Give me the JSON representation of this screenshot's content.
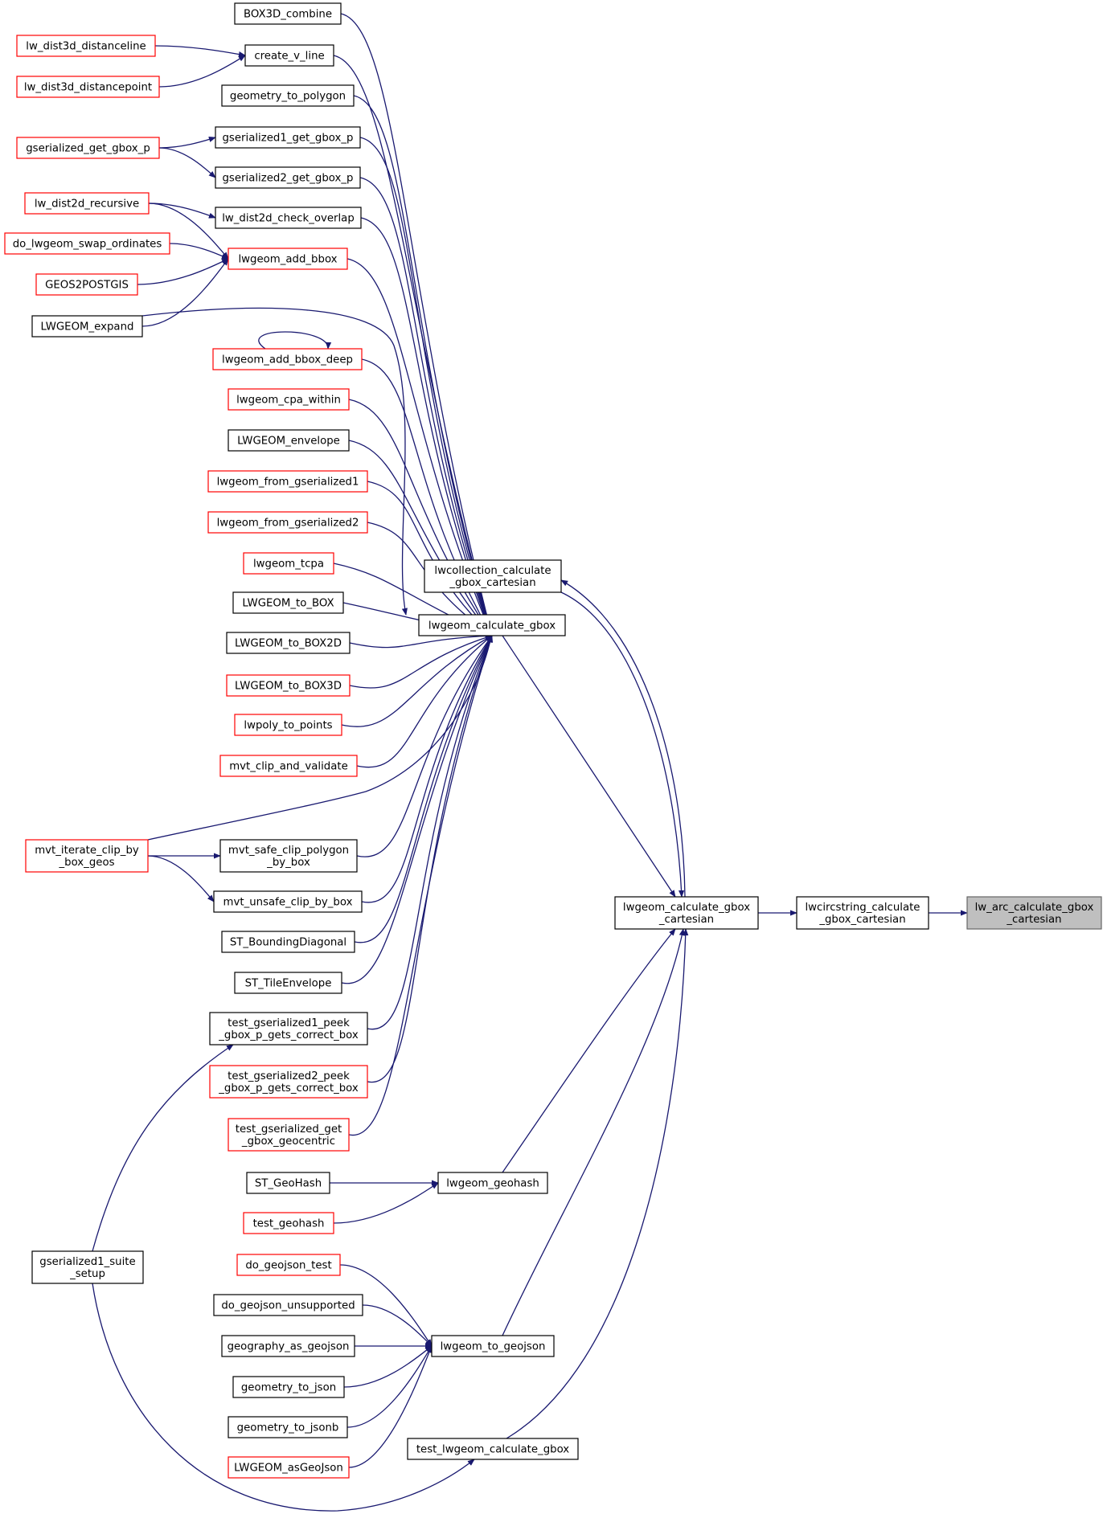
{
  "graph": {
    "colors": {
      "edge": "#191970",
      "normal_border": "#000000",
      "incomplete_border": "#ff0000",
      "root_fill": "#bfbfbf",
      "root_border": "#666666"
    },
    "nodes": {
      "box3d_combine": {
        "lines": [
          "BOX3D_combine"
        ],
        "border": "black"
      },
      "create_v_line": {
        "lines": [
          "create_v_line"
        ],
        "border": "black"
      },
      "lw_dist3d_distanceline": {
        "lines": [
          "lw_dist3d_distanceline"
        ],
        "border": "red"
      },
      "lw_dist3d_distancepoint": {
        "lines": [
          "lw_dist3d_distancepoint"
        ],
        "border": "red"
      },
      "geometry_to_polygon": {
        "lines": [
          "geometry_to_polygon"
        ],
        "border": "black"
      },
      "gserialized1_get_gbox_p": {
        "lines": [
          "gserialized1_get_gbox_p"
        ],
        "border": "black"
      },
      "gserialized_get_gbox_p": {
        "lines": [
          "gserialized_get_gbox_p"
        ],
        "border": "red"
      },
      "gserialized2_get_gbox_p": {
        "lines": [
          "gserialized2_get_gbox_p"
        ],
        "border": "black"
      },
      "lw_dist2d_recursive": {
        "lines": [
          "lw_dist2d_recursive"
        ],
        "border": "red"
      },
      "lw_dist2d_check_overlap": {
        "lines": [
          "lw_dist2d_check_overlap"
        ],
        "border": "black"
      },
      "do_lwgeom_swap_ordinates": {
        "lines": [
          "do_lwgeom_swap_ordinates"
        ],
        "border": "red"
      },
      "lwgeom_add_bbox": {
        "lines": [
          "lwgeom_add_bbox"
        ],
        "border": "red"
      },
      "geos2postgis": {
        "lines": [
          "GEOS2POSTGIS"
        ],
        "border": "red"
      },
      "lwgeom_expand": {
        "lines": [
          "LWGEOM_expand"
        ],
        "border": "black"
      },
      "lwgeom_add_bbox_deep": {
        "lines": [
          "lwgeom_add_bbox_deep"
        ],
        "border": "red"
      },
      "lwgeom_cpa_within": {
        "lines": [
          "lwgeom_cpa_within"
        ],
        "border": "red"
      },
      "lwgeom_envelope": {
        "lines": [
          "LWGEOM_envelope"
        ],
        "border": "black"
      },
      "lwgeom_from_gserialized1": {
        "lines": [
          "lwgeom_from_gserialized1"
        ],
        "border": "red"
      },
      "lwgeom_from_gserialized2": {
        "lines": [
          "lwgeom_from_gserialized2"
        ],
        "border": "red"
      },
      "lwgeom_tcpa": {
        "lines": [
          "lwgeom_tcpa"
        ],
        "border": "red"
      },
      "lwgeom_to_box": {
        "lines": [
          "LWGEOM_to_BOX"
        ],
        "border": "black"
      },
      "lwgeom_to_box2d": {
        "lines": [
          "LWGEOM_to_BOX2D"
        ],
        "border": "black"
      },
      "lwgeom_to_box3d": {
        "lines": [
          "LWGEOM_to_BOX3D"
        ],
        "border": "red"
      },
      "lwpoly_to_points": {
        "lines": [
          "lwpoly_to_points"
        ],
        "border": "red"
      },
      "mvt_clip_and_validate": {
        "lines": [
          "mvt_clip_and_validate"
        ],
        "border": "red"
      },
      "mvt_iterate_clip_by_box_geos": {
        "lines": [
          "mvt_iterate_clip_by",
          "_box_geos"
        ],
        "border": "red"
      },
      "mvt_safe_clip_polygon_by_box": {
        "lines": [
          "mvt_safe_clip_polygon",
          "_by_box"
        ],
        "border": "black"
      },
      "mvt_unsafe_clip_by_box": {
        "lines": [
          "mvt_unsafe_clip_by_box"
        ],
        "border": "black"
      },
      "st_boundingdiagonal": {
        "lines": [
          "ST_BoundingDiagonal"
        ],
        "border": "black"
      },
      "st_tileenvelope": {
        "lines": [
          "ST_TileEnvelope"
        ],
        "border": "black"
      },
      "test_gserialized1_peek": {
        "lines": [
          "test_gserialized1_peek",
          "_gbox_p_gets_correct_box"
        ],
        "border": "black"
      },
      "test_gserialized2_peek": {
        "lines": [
          "test_gserialized2_peek",
          "_gbox_p_gets_correct_box"
        ],
        "border": "red"
      },
      "test_gserialized_get_gbox_geocentric": {
        "lines": [
          "test_gserialized_get",
          "_gbox_geocentric"
        ],
        "border": "red"
      },
      "st_geohash": {
        "lines": [
          "ST_GeoHash"
        ],
        "border": "black"
      },
      "test_geohash": {
        "lines": [
          "test_geohash"
        ],
        "border": "red"
      },
      "gserialized1_suite_setup": {
        "lines": [
          "gserialized1_suite",
          "_setup"
        ],
        "border": "black"
      },
      "do_geojson_test": {
        "lines": [
          "do_geojson_test"
        ],
        "border": "red"
      },
      "do_geojson_unsupported": {
        "lines": [
          "do_geojson_unsupported"
        ],
        "border": "black"
      },
      "geography_as_geojson": {
        "lines": [
          "geography_as_geojson"
        ],
        "border": "black"
      },
      "geometry_to_json": {
        "lines": [
          "geometry_to_json"
        ],
        "border": "black"
      },
      "geometry_to_jsonb": {
        "lines": [
          "geometry_to_jsonb"
        ],
        "border": "black"
      },
      "lwgeom_asgeojson": {
        "lines": [
          "LWGEOM_asGeoJson"
        ],
        "border": "red"
      },
      "lwcollection_calculate_gbox_cartesian": {
        "lines": [
          "lwcollection_calculate",
          "_gbox_cartesian"
        ],
        "border": "black"
      },
      "lwgeom_calculate_gbox": {
        "lines": [
          "lwgeom_calculate_gbox"
        ],
        "border": "black"
      },
      "lwgeom_geohash": {
        "lines": [
          "lwgeom_geohash"
        ],
        "border": "black"
      },
      "lwgeom_to_geojson": {
        "lines": [
          "lwgeom_to_geojson"
        ],
        "border": "black"
      },
      "test_lwgeom_calculate_gbox": {
        "lines": [
          "test_lwgeom_calculate_gbox"
        ],
        "border": "black"
      },
      "lwgeom_calculate_gbox_cartesian": {
        "lines": [
          "lwgeom_calculate_gbox",
          "_cartesian"
        ],
        "border": "black"
      },
      "lwcircstring_calculate_gbox_cartesian": {
        "lines": [
          "lwcircstring_calculate",
          "_gbox_cartesian"
        ],
        "border": "black"
      },
      "lw_arc_calculate_gbox_cartesian": {
        "lines": [
          "lw_arc_calculate_gbox",
          "_cartesian"
        ],
        "border": "root"
      }
    },
    "edges": [
      [
        "lwcircstring_calculate_gbox_cartesian",
        "lw_arc_calculate_gbox_cartesian"
      ],
      [
        "lwgeom_calculate_gbox_cartesian",
        "lwcircstring_calculate_gbox_cartesian"
      ],
      [
        "lwcollection_calculate_gbox_cartesian",
        "lwgeom_calculate_gbox_cartesian"
      ],
      [
        "lwgeom_calculate_gbox_cartesian",
        "lwcollection_calculate_gbox_cartesian"
      ],
      [
        "lwgeom_calculate_gbox",
        "lwgeom_calculate_gbox_cartesian"
      ],
      [
        "lwgeom_geohash",
        "lwgeom_calculate_gbox_cartesian"
      ],
      [
        "lwgeom_to_geojson",
        "lwgeom_calculate_gbox_cartesian"
      ],
      [
        "test_lwgeom_calculate_gbox",
        "lwgeom_calculate_gbox_cartesian"
      ],
      [
        "box3d_combine",
        "lwgeom_calculate_gbox"
      ],
      [
        "create_v_line",
        "lwgeom_calculate_gbox"
      ],
      [
        "geometry_to_polygon",
        "lwgeom_calculate_gbox"
      ],
      [
        "gserialized1_get_gbox_p",
        "lwgeom_calculate_gbox"
      ],
      [
        "gserialized2_get_gbox_p",
        "lwgeom_calculate_gbox"
      ],
      [
        "lw_dist2d_check_overlap",
        "lwgeom_calculate_gbox"
      ],
      [
        "lwgeom_add_bbox",
        "lwgeom_calculate_gbox"
      ],
      [
        "lwgeom_expand",
        "lwgeom_calculate_gbox"
      ],
      [
        "lwgeom_add_bbox_deep",
        "lwgeom_calculate_gbox"
      ],
      [
        "lwgeom_cpa_within",
        "lwgeom_calculate_gbox"
      ],
      [
        "lwgeom_envelope",
        "lwgeom_calculate_gbox"
      ],
      [
        "lwgeom_from_gserialized1",
        "lwgeom_calculate_gbox"
      ],
      [
        "lwgeom_from_gserialized2",
        "lwgeom_calculate_gbox"
      ],
      [
        "lwgeom_tcpa",
        "lwgeom_calculate_gbox"
      ],
      [
        "lwgeom_to_box",
        "lwgeom_calculate_gbox"
      ],
      [
        "lwgeom_to_box2d",
        "lwgeom_calculate_gbox"
      ],
      [
        "lwgeom_to_box3d",
        "lwgeom_calculate_gbox"
      ],
      [
        "lwpoly_to_points",
        "lwgeom_calculate_gbox"
      ],
      [
        "mvt_clip_and_validate",
        "lwgeom_calculate_gbox"
      ],
      [
        "mvt_iterate_clip_by_box_geos",
        "lwgeom_calculate_gbox"
      ],
      [
        "mvt_safe_clip_polygon_by_box",
        "lwgeom_calculate_gbox"
      ],
      [
        "mvt_unsafe_clip_by_box",
        "lwgeom_calculate_gbox"
      ],
      [
        "st_boundingdiagonal",
        "lwgeom_calculate_gbox"
      ],
      [
        "st_tileenvelope",
        "lwgeom_calculate_gbox"
      ],
      [
        "test_gserialized1_peek",
        "lwgeom_calculate_gbox"
      ],
      [
        "test_gserialized2_peek",
        "lwgeom_calculate_gbox"
      ],
      [
        "test_gserialized_get_gbox_geocentric",
        "lwgeom_calculate_gbox"
      ],
      [
        "lw_dist3d_distanceline",
        "create_v_line"
      ],
      [
        "lw_dist3d_distancepoint",
        "create_v_line"
      ],
      [
        "gserialized_get_gbox_p",
        "gserialized1_get_gbox_p"
      ],
      [
        "gserialized_get_gbox_p",
        "gserialized2_get_gbox_p"
      ],
      [
        "lw_dist2d_recursive",
        "lw_dist2d_check_overlap"
      ],
      [
        "lw_dist2d_recursive",
        "lwgeom_add_bbox"
      ],
      [
        "do_lwgeom_swap_ordinates",
        "lwgeom_add_bbox"
      ],
      [
        "geos2postgis",
        "lwgeom_add_bbox"
      ],
      [
        "lwgeom_expand",
        "lwgeom_add_bbox"
      ],
      [
        "lwgeom_add_bbox_deep",
        "lwgeom_add_bbox_deep"
      ],
      [
        "mvt_iterate_clip_by_box_geos",
        "mvt_safe_clip_polygon_by_box"
      ],
      [
        "mvt_iterate_clip_by_box_geos",
        "mvt_unsafe_clip_by_box"
      ],
      [
        "gserialized1_suite_setup",
        "test_gserialized1_peek"
      ],
      [
        "st_geohash",
        "lwgeom_geohash"
      ],
      [
        "test_geohash",
        "lwgeom_geohash"
      ],
      [
        "do_geojson_test",
        "lwgeom_to_geojson"
      ],
      [
        "do_geojson_unsupported",
        "lwgeom_to_geojson"
      ],
      [
        "geography_as_geojson",
        "lwgeom_to_geojson"
      ],
      [
        "geometry_to_json",
        "lwgeom_to_geojson"
      ],
      [
        "geometry_to_jsonb",
        "lwgeom_to_geojson"
      ],
      [
        "lwgeom_asgeojson",
        "lwgeom_to_geojson"
      ],
      [
        "gserialized1_suite_setup",
        "test_lwgeom_calculate_gbox"
      ]
    ]
  }
}
